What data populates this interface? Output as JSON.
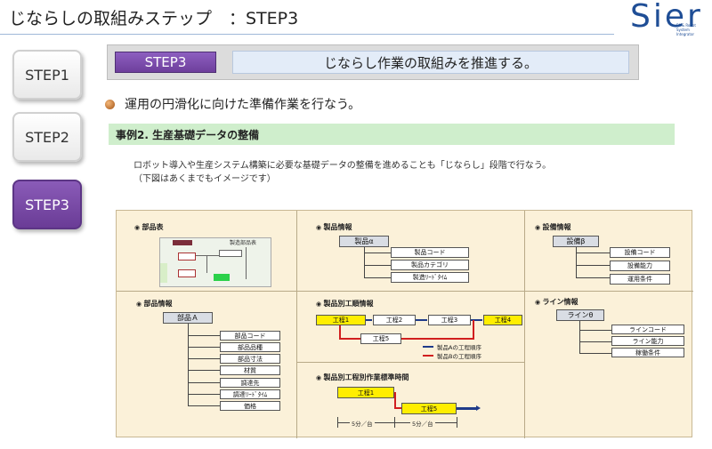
{
  "header": {
    "title": "じならしの取組みステップ　：STEP3",
    "logo_text": "Sier",
    "logo_sub": "FA & Robot System Integrator"
  },
  "steps": [
    {
      "label": "STEP1",
      "active": false
    },
    {
      "label": "STEP2",
      "active": false
    },
    {
      "label": "STEP3",
      "active": true
    }
  ],
  "banner": {
    "step": "STEP3",
    "text": "じならし作業の取組みを推進する。"
  },
  "bullet_text": "運用の円滑化に向けた準備作業を行なう。",
  "example_title": "事例2.  生産基礎データの整備",
  "description": [
    "ロボット導入や生産システム構築に必要な基礎データの整備を進めることも「じならし」段階で行なう。",
    "（下図はあくまでもイメージです）"
  ],
  "diagram": {
    "parts_table": {
      "title": "部品表",
      "thumb_header": "製造部品表"
    },
    "product_info": {
      "title": "製品情報",
      "root": "製品α",
      "items": [
        "製品コード",
        "製品カテゴリ",
        "製造ﾘｰﾄﾞﾀｲﾑ"
      ]
    },
    "equipment_info": {
      "title": "設備情報",
      "root": "設備β",
      "items": [
        "設備コード",
        "設備能力",
        "運用条件"
      ]
    },
    "part_info": {
      "title": "部品情報",
      "root": "部品Ａ",
      "items": [
        "部品コード",
        "部品品種",
        "部品寸法",
        "材質",
        "調達先",
        "調達ﾘｰﾄﾞﾀｲﾑ",
        "価格"
      ]
    },
    "process_order": {
      "title": "製品別工順情報",
      "steps": [
        "工程1",
        "工程2",
        "工程3",
        "工程4",
        "工程5"
      ],
      "legend": [
        "製品Aの工程順序",
        "製品Bの工程順序"
      ]
    },
    "line_info": {
      "title": "ライン情報",
      "root": "ラインθ",
      "items": [
        "ラインコード",
        "ライン能力",
        "稼働条件"
      ]
    },
    "standard_time": {
      "title": "製品別工程別作業標準時間",
      "steps": [
        "工程1",
        "工程5"
      ],
      "times": [
        "5分／台",
        "5分／台"
      ]
    }
  },
  "colors": {
    "step_active": "#6e3f9c",
    "example_bar": "#cfeecc",
    "diagram_bg": "#fbf1d9",
    "process_yellow": "#ffee00",
    "route_a": "#1f3b8a",
    "route_b": "#d11f1f"
  }
}
